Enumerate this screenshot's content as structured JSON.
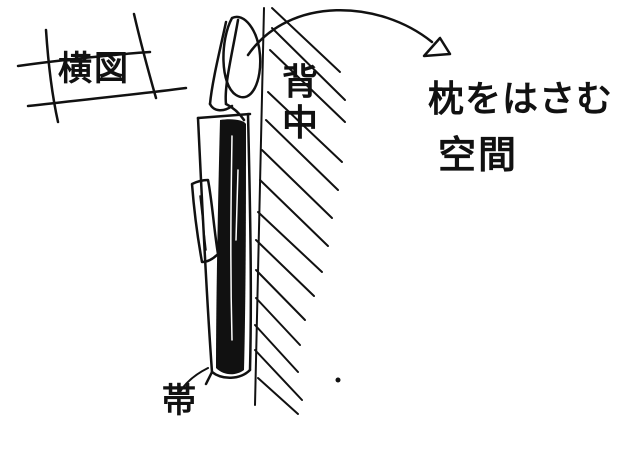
{
  "labels": {
    "view": "横図",
    "back": "背中",
    "space_line1": "枕をはさむ",
    "space_line2": "空間",
    "obi": "帯"
  },
  "colors": {
    "ink": "#111111",
    "paper": "#ffffff"
  }
}
